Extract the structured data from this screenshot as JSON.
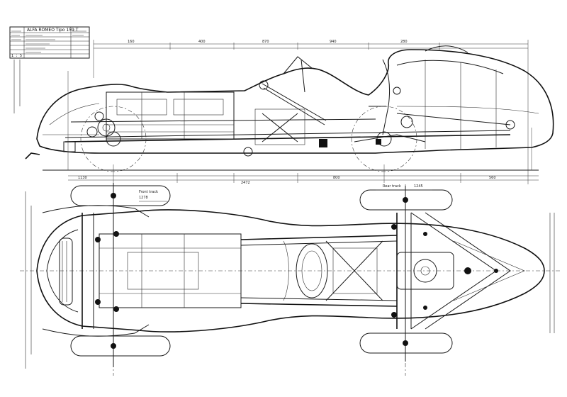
{
  "title_block": {
    "title": "ALFA ROMEO Tipo 159 T",
    "rows": [
      "",
      "",
      "",
      "",
      "",
      ""
    ],
    "scale": "1 : 5"
  },
  "dimensions": {
    "side_overall": "2472",
    "plan_front_track": "1278",
    "plan_rear_track": "1245",
    "side_labels": [
      "160",
      "400",
      "870",
      "940",
      "280",
      "1130",
      "800",
      "560"
    ]
  },
  "view_labels": {
    "front_track_label": "Front track",
    "rear_track_label": "Rear track"
  }
}
